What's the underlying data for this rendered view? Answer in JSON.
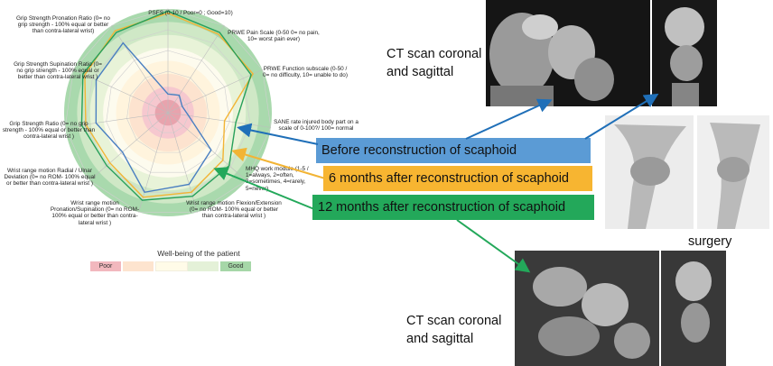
{
  "chart_data": {
    "type": "radar",
    "axes": [
      "PSFS (0-10 / Poor=0 ; Good=10)",
      "PRWE Pain Scale (0-50 0= no pain, 10= worst pain ever)",
      "PRWE Function subscale (0-50 / 0= no difficulty, 10= unable to do)",
      "SANE rate injured body part on a scale of 0-100?/ 100= normal",
      "MHQ work module (1-5 / 1=always, 2=often, 3=sometimes, 4=rarely, 5=never)",
      "Wrist range motion Flexion/Extension (0= no ROM- 100% equal or better than contra-lateral wrist )",
      "Wrist range motion Pronation/Supination (0= no ROM- 100% equal or better than contra-lateral wrist )",
      "Wrist range motion Radial / Ulnar Deviation (0= no ROM- 100% equal or better than contra-lateral wrist )",
      "Grip Strength Ratio (0= no grip strength - 100% equal or better than contra-lateral wrist )",
      "Grip Strength Supination Ratio (0= no grip strength - 100% equal or better than contra-lateral wrist )",
      "Grip Strength Pronation Ratio (0= no grip strength - 100% equal or better than contra-lateral wrist)"
    ],
    "scale": [
      0,
      100
    ],
    "series": [
      {
        "color": "#4a7fc1",
        "values": [
          18,
          20,
          15,
          20,
          55,
          72,
          80,
          58,
          70,
          76,
          80
        ]
      },
      {
        "color": "#f2b435",
        "values": [
          96,
          90,
          90,
          55,
          70,
          80,
          85,
          74,
          80,
          88,
          94
        ]
      },
      {
        "color": "#27a05a",
        "values": [
          98,
          92,
          88,
          66,
          78,
          84,
          88,
          78,
          84,
          90,
          92
        ]
      }
    ],
    "legend": {
      "title": "Well-being of the patient",
      "cells": [
        {
          "label": "Poor",
          "color": "#f2b8be"
        },
        {
          "label": "",
          "color": "#fde4cf"
        },
        {
          "label": "",
          "color": "#fffbe8"
        },
        {
          "label": "",
          "color": "#e4f1d8"
        },
        {
          "label": "Good",
          "color": "#a6d7a8"
        }
      ]
    },
    "ring_colors": [
      "#e8a3ad",
      "#f6c8cf",
      "#fde3cf",
      "#fff4dd",
      "#fdfbee",
      "#e8f3d8",
      "#cfe8c6",
      "#a9d9ad"
    ]
  },
  "callouts": [
    {
      "text": "Before reconstruction of scaphoid",
      "color": "#5b9bd5",
      "arrow": "#1f6fb8"
    },
    {
      "text": "6 months after reconstruction of scaphoid",
      "color": "#f7b531",
      "arrow": "#f2b435"
    },
    {
      "text": "12 months after reconstruction of scaphoid",
      "color": "#23a85a",
      "arrow": "#23a85a"
    }
  ],
  "captions": {
    "ct_top": [
      "CT scan coronal",
      "and sagittal"
    ],
    "surgery": "surgery",
    "ct_bottom": [
      "CT scan coronal",
      "and sagittal"
    ]
  }
}
